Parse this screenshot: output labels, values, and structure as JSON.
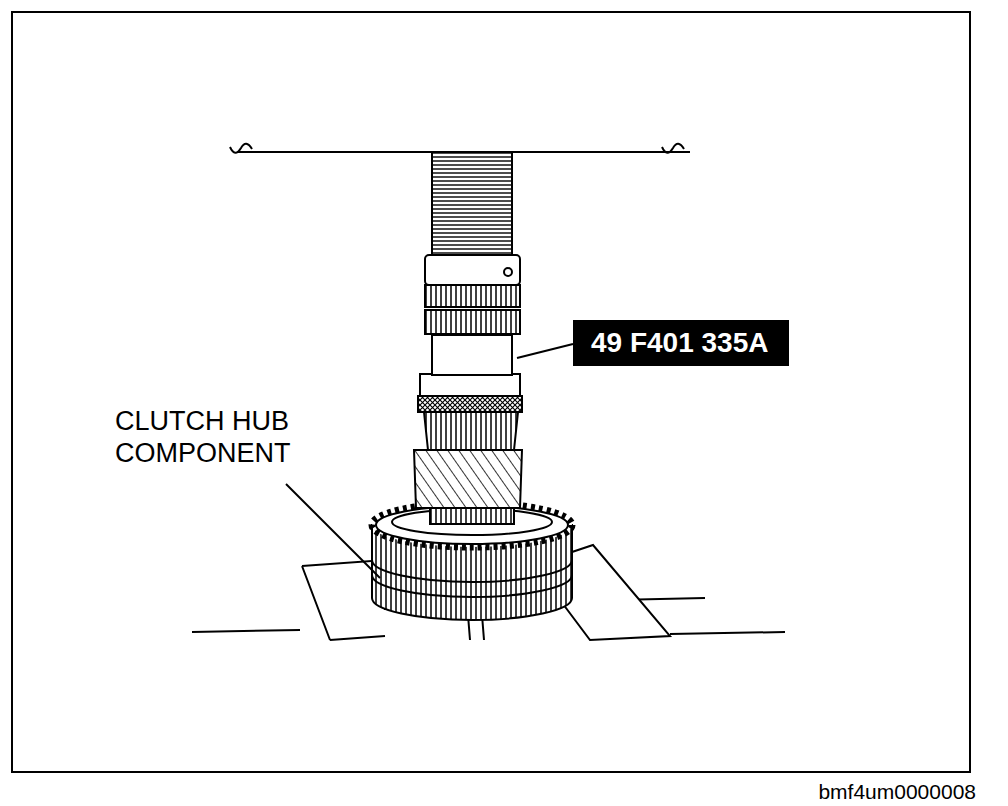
{
  "diagram": {
    "nodes": [
      {
        "text": [
          "49 F401 335A"
        ]
      }
    ],
    "labels": [
      "CLUTCH HUB COMPONENT",
      "bmf4um0000008"
    ]
  }
}
